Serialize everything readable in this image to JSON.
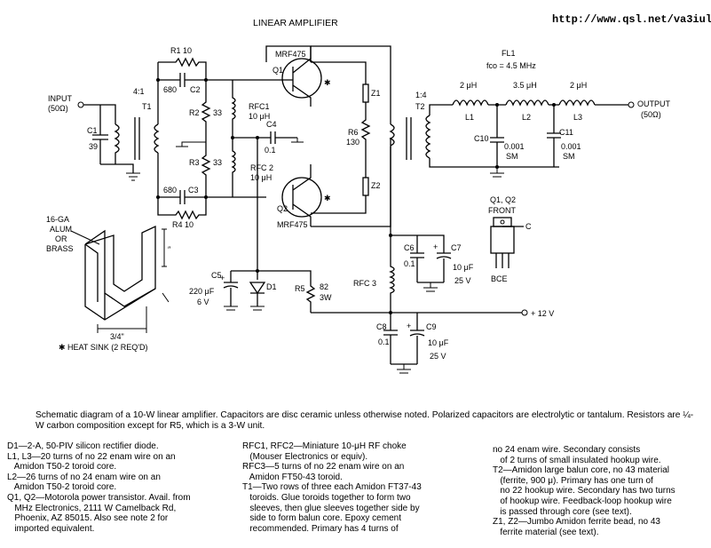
{
  "title": "LINEAR AMPLIFIER",
  "url": "http://www.qsl.net/va3iul",
  "labels": {
    "input": "INPUT",
    "input_z": "(50Ω)",
    "output": "OUTPUT",
    "output_z": "(50Ω)",
    "ratio_t1": "4:1",
    "ratio_t2": "1:4",
    "t1": "T1",
    "t2": "T2",
    "c1": "C1",
    "c1_val": "39",
    "r1": "R1 10",
    "c2_val": "680",
    "c2": "C2",
    "r2": "R2",
    "r2_val": "33",
    "r3": "R3",
    "r3_val": "33",
    "c3_val": "680",
    "c3": "C3",
    "r4": "R4 10",
    "rfc1": "RFC1",
    "rfc1_val": "10 μH",
    "c4": "C4",
    "c4_val": "0.1",
    "rfc2": "RFC 2",
    "rfc2_val": "10 μH",
    "q1": "Q1",
    "q1_type": "MRF475",
    "q2": "Q2",
    "q2_type": "MRF475",
    "z1": "Z1",
    "z2": "Z2",
    "r6": "R6",
    "r6_val": "130",
    "fl1": "FL1",
    "fco": "fco = 4.5 MHz",
    "l1_val": "2 μH",
    "l1": "L1",
    "l2_val": "3.5 μH",
    "l2": "L2",
    "l3_val": "2 μH",
    "l3": "L3",
    "c10": "C10",
    "c10_val": "0.001",
    "c10_type": "SM",
    "c11": "C11",
    "c11_val": "0.001",
    "c11_type": "SM",
    "q12_front": "Q1, Q2",
    "front": "FRONT",
    "pin_c": "C",
    "bce": "BCE",
    "c6": "C6",
    "c6_val": "0.1",
    "c7": "C7",
    "c7_val": "10 μF",
    "c7_v": "25 V",
    "rfc3": "RFC 3",
    "c5": "C5",
    "c5_val": "220 μF",
    "c5_v": "6 V",
    "d1": "D1",
    "r5": "R5",
    "r5_val": "82",
    "r5_w": "3W",
    "supply": "+ 12 V",
    "c8": "C8",
    "c8_val": "0.1",
    "c9": "C9",
    "c9_val": "10 μF",
    "c9_v": "25 V",
    "heatsink_mat1": "16-GA",
    "heatsink_mat2": "ALUM",
    "heatsink_mat3": "OR",
    "heatsink_mat4": "BRASS",
    "heatsink_dim": "3/4\"",
    "heatsink_note": "✱ HEAT SINK (2 REQ'D)"
  },
  "caption": "Schematic diagram of a 10-W linear amplifier. Capacitors are disc ceramic unless otherwise noted. Polarized capacitors are electrolytic or tantalum. Resistors are ¼-W carbon composition except for R5, which is a 3-W unit.",
  "notes_col1": [
    "D1—2-A, 50-PIV silicon rectifier diode.",
    "L1, L3—20 turns of no 22 enam wire on an",
    "   Amidon T50-2 toroid core.",
    "L2—26 turns of no 24 enam wire on an",
    "   Amidon T50-2 toroid core.",
    "Q1, Q2—Motorola power transistor. Avail. from",
    "   MHz Electronics, 2111 W Camelback Rd,",
    "   Phoenix, AZ 85015. Also see note 2 for",
    "   imported equivalent."
  ],
  "notes_col2": [
    "RFC1, RFC2—Miniature 10-μH RF choke",
    "   (Mouser Electronics or equiv).",
    "RFC3—5 turns of no 22 enam wire on an",
    "   Amidon FT50-43 toroid.",
    "T1—Two rows of three each Amidon FT37-43",
    "   toroids. Glue toroids together to form two",
    "   sleeves, then glue sleeves together side by",
    "   side to form balun core. Epoxy cement",
    "   recommended. Primary has 4 turns of"
  ],
  "notes_col3": [
    "no 24 enam wire. Secondary consists",
    "   of 2 turns of small insulated hookup wire.",
    "T2—Amidon large balun core, no 43 material",
    "   (ferrite, 900 μ). Primary has one turn of",
    "   no 22 hookup wire. Secondary has two turns",
    "   of hookup wire. Feedback-loop hookup wire",
    "   is passed through core (see text).",
    "Z1, Z2—Jumbo Amidon ferrite bead, no 43",
    "   ferrite material (see text)."
  ]
}
